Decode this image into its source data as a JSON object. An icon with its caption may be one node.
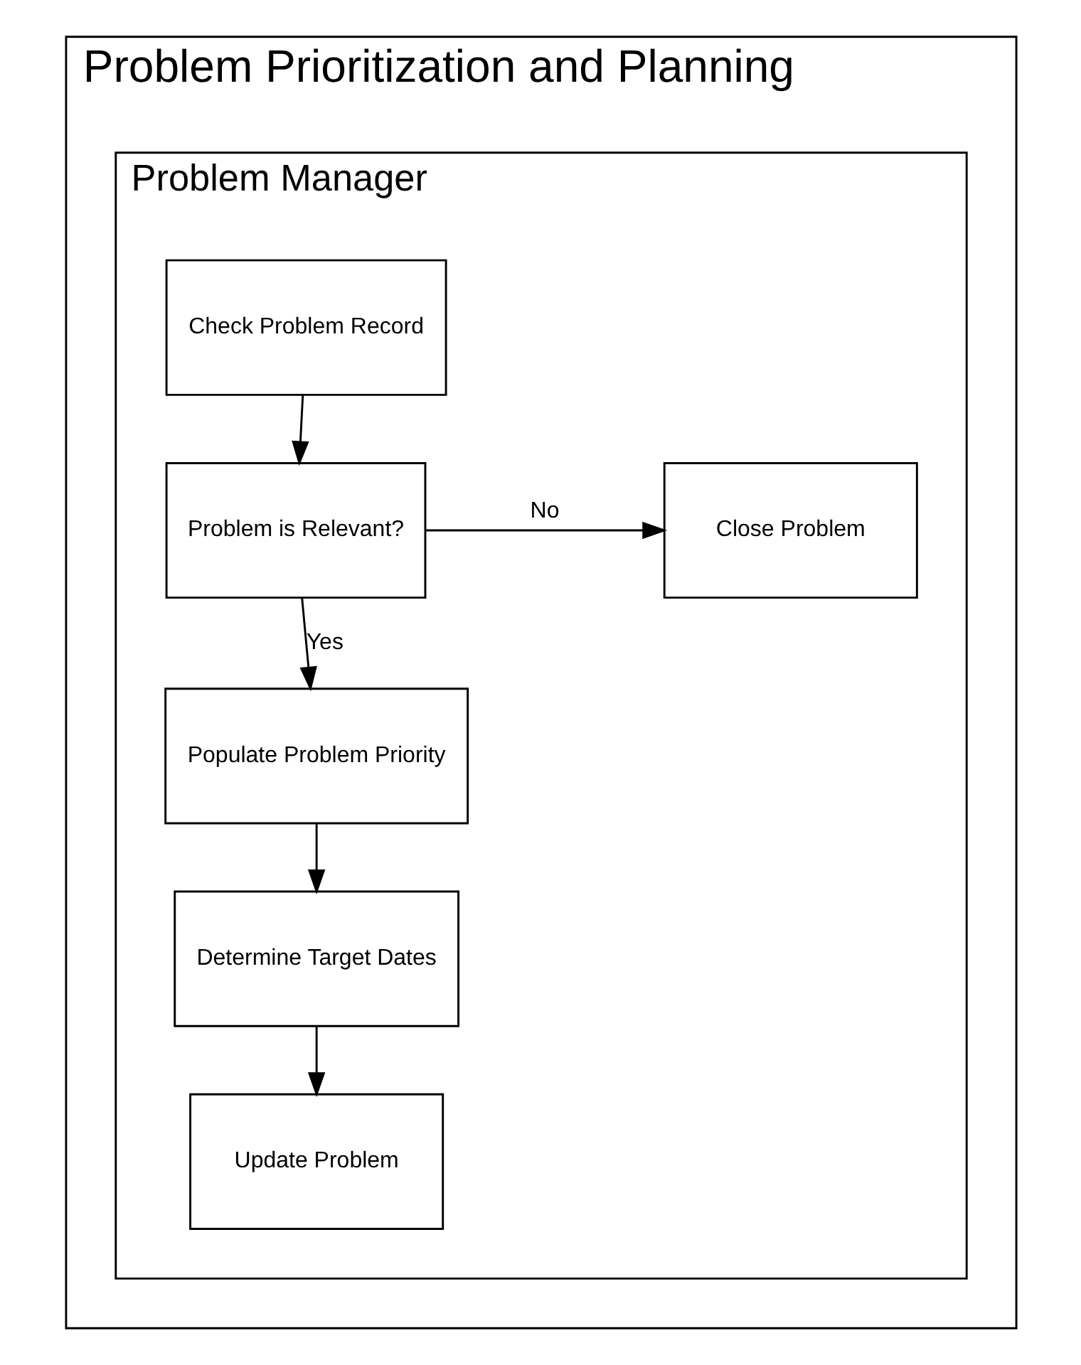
{
  "diagram": {
    "nodes": [
      {
        "text": [
          "Problem Prioritization and Planning"
        ]
      },
      {
        "text": [
          "Problem Manager"
        ],
        "in": 0
      },
      {
        "text": [
          "Check Problem Record"
        ],
        "in": 1
      },
      {
        "text": [
          "Problem is Relevant?"
        ],
        "in": 1
      },
      {
        "text": [
          "Close Problem"
        ],
        "in": 1
      },
      {
        "text": [
          "Populate Problem Priority"
        ],
        "in": 1
      },
      {
        "text": [
          "Determine Target Dates"
        ],
        "in": 1
      },
      {
        "text": [
          "Update Problem"
        ],
        "in": 1
      }
    ],
    "edges": [
      {
        "from": 2,
        "to": 3,
        "arrow": "to"
      },
      {
        "from": 3,
        "to": 4,
        "label": "No",
        "arrow": "to"
      },
      {
        "from": 3,
        "to": 5,
        "label": "Yes",
        "arrow": "to"
      },
      {
        "from": 5,
        "to": 6,
        "arrow": "to"
      },
      {
        "from": 6,
        "to": 7,
        "arrow": "to"
      }
    ]
  }
}
